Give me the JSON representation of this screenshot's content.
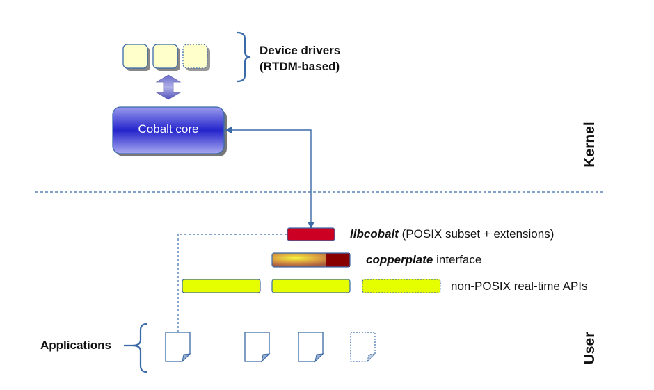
{
  "diagram": {
    "device_drivers": {
      "title_line1": "Device drivers",
      "title_line2": "(RTDM-based)",
      "box_count": 3,
      "box_color": "#ffffcc"
    },
    "cobalt_core": {
      "label": "Cobalt core",
      "color": "#3333cc"
    },
    "libcobalt": {
      "name": "libcobalt",
      "description": " (POSIX subset + extensions)",
      "color": "#cc0022"
    },
    "copperplate": {
      "name": "copperplate",
      "description": " interface",
      "gradient_colors": [
        "#e8c040",
        "#f0f040",
        "#b06040",
        "#880000"
      ]
    },
    "non_posix": {
      "label": "non-POSIX real-time APIs",
      "bar_count": 3,
      "color": "#e6ff00"
    },
    "applications": {
      "label": "Applications",
      "doc_count": 4
    },
    "zones": {
      "kernel": "Kernel",
      "user": "User"
    },
    "line_color": "#3a6aa8"
  }
}
